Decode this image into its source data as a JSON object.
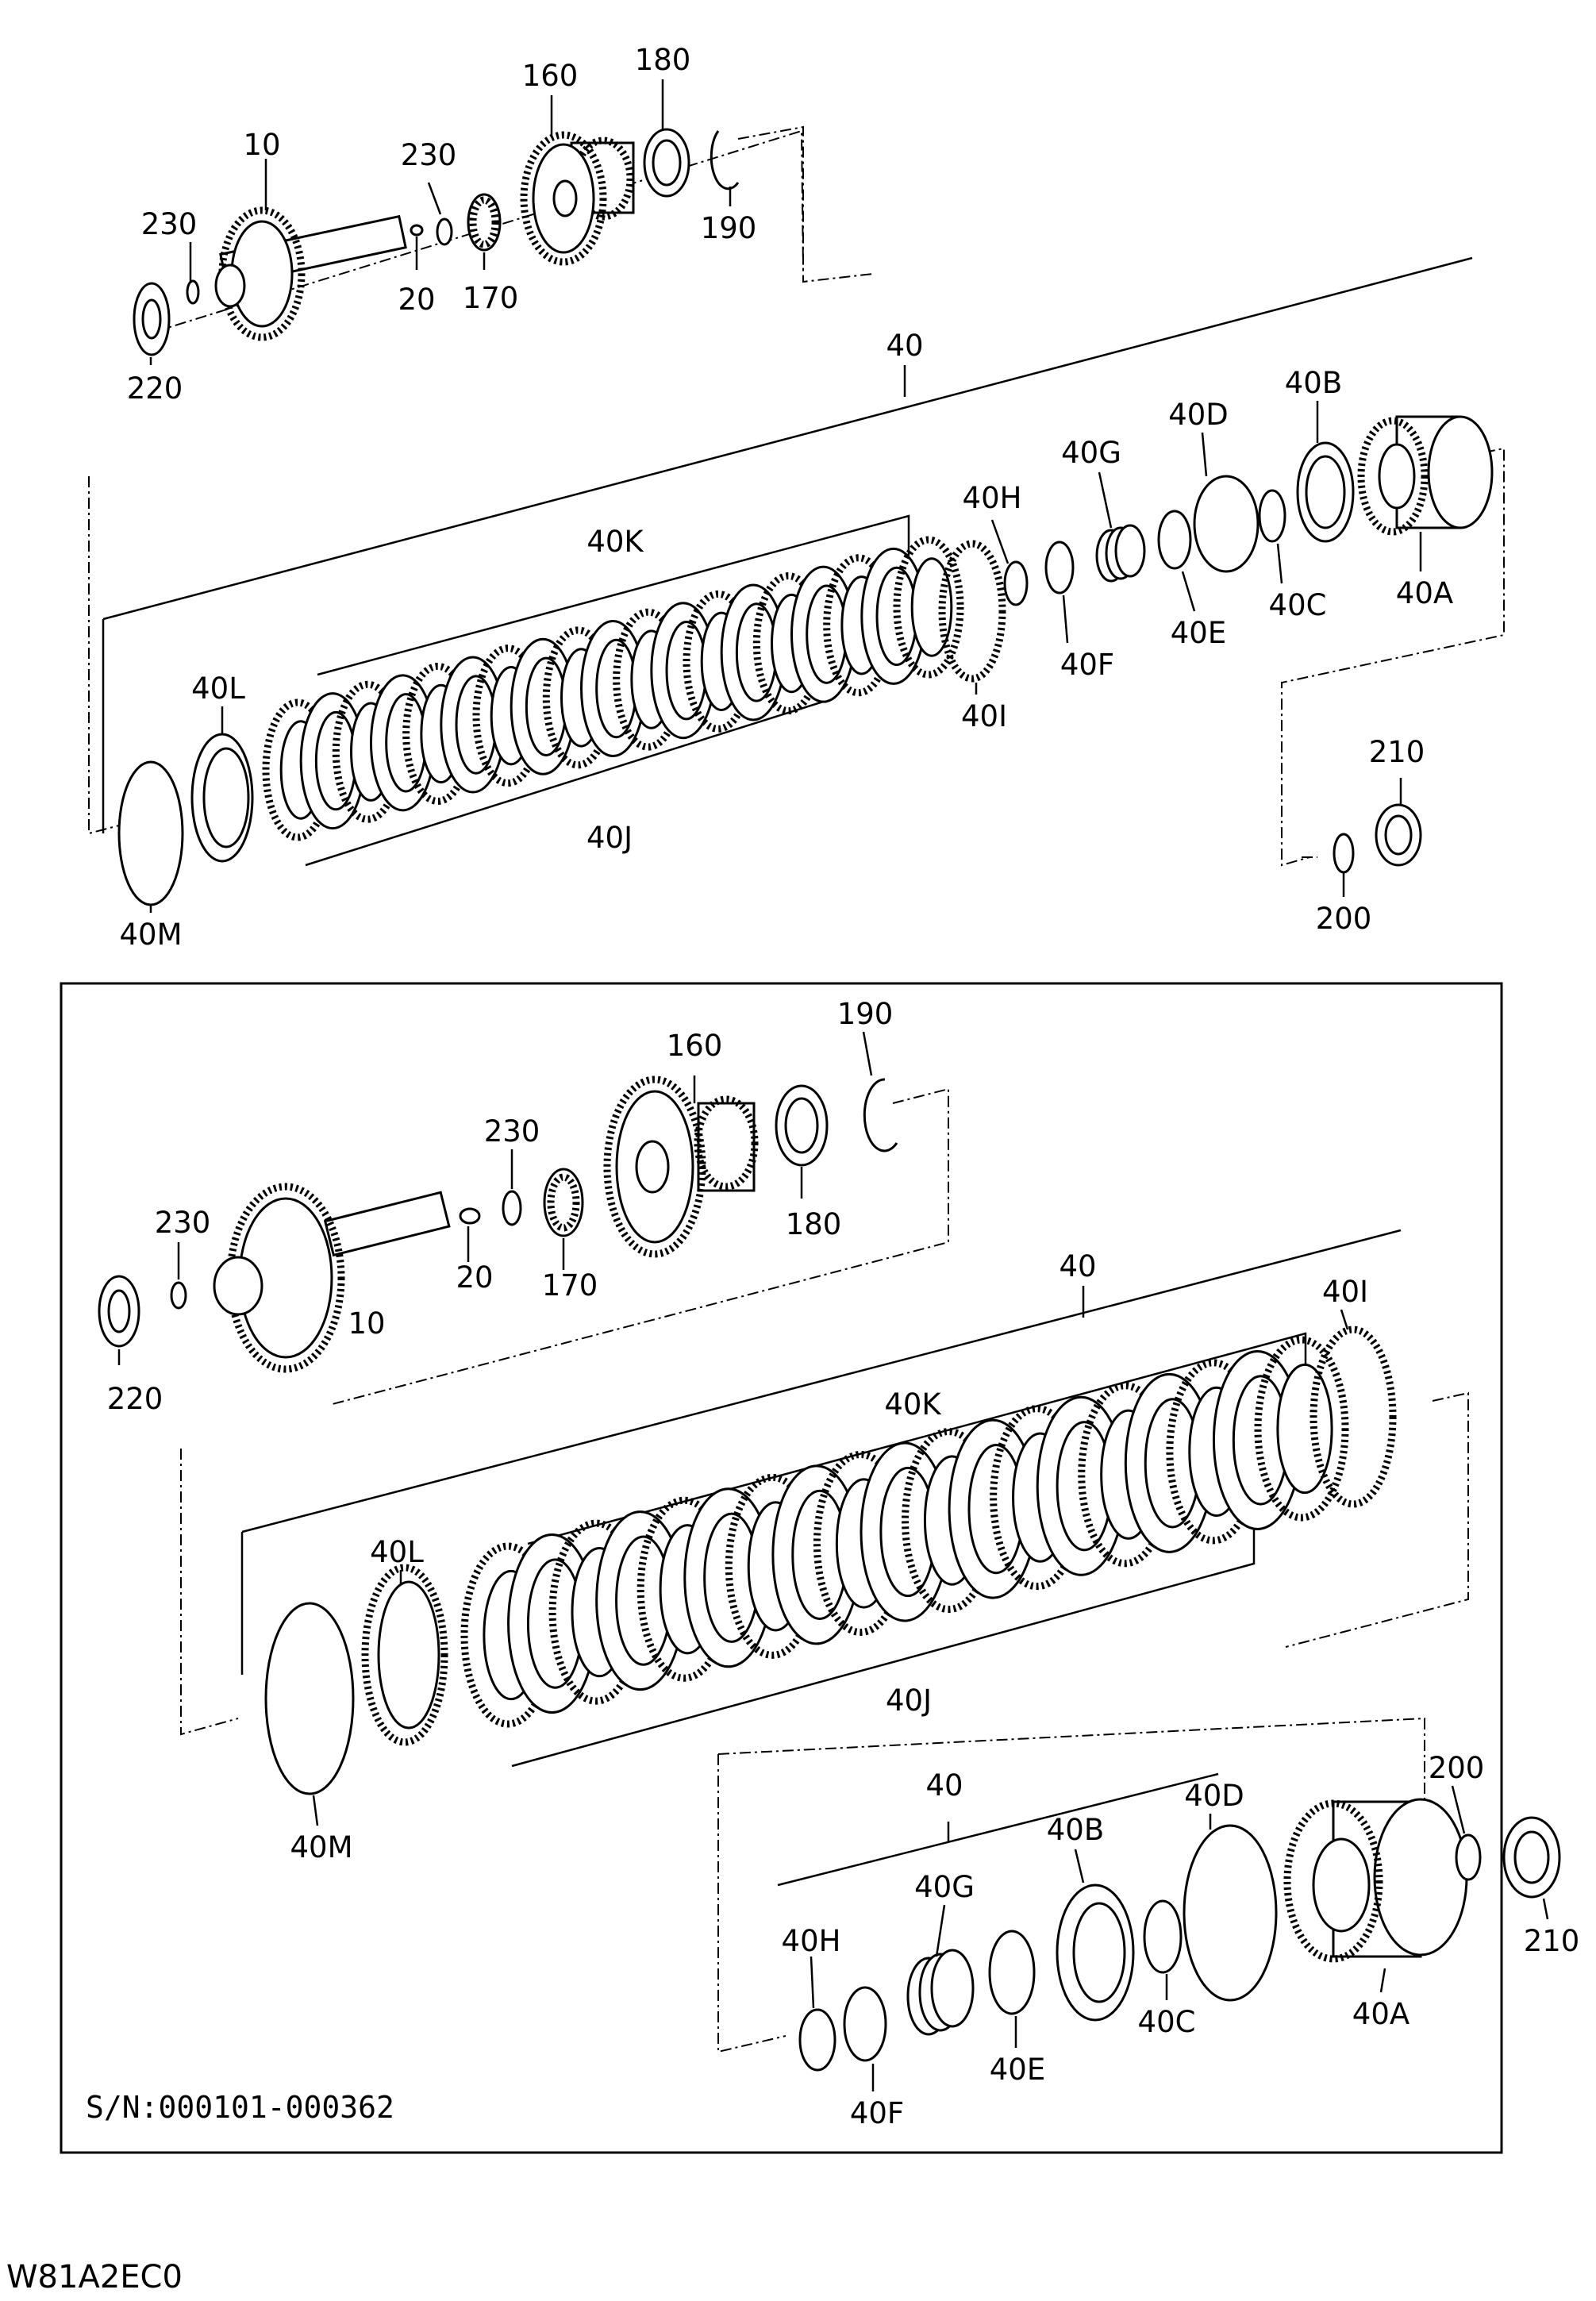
{
  "diagram_code": "W81A2EC0",
  "inset": {
    "serial_note": "S/N:000101-000362"
  },
  "top_labels": {
    "l10": "10",
    "l20": "20",
    "l160": "160",
    "l170": "170",
    "l180": "180",
    "l190": "190",
    "l230a": "230",
    "l230b": "230",
    "l220": "220",
    "l40": "40",
    "l40k": "40K",
    "l40j": "40J",
    "l40l": "40L",
    "l40m": "40M",
    "l40i": "40I",
    "l40h": "40H",
    "l40g": "40G",
    "l40f": "40F",
    "l40e": "40E",
    "l40d": "40D",
    "l40c": "40C",
    "l40b": "40B",
    "l40a": "40A",
    "l210": "210",
    "l200": "200"
  },
  "inset_labels": {
    "l10": "10",
    "l20": "20",
    "l160": "160",
    "l170": "170",
    "l180": "180",
    "l190": "190",
    "l230a": "230",
    "l230b": "230",
    "l220": "220",
    "l40": "40",
    "l40k": "40K",
    "l40j": "40J",
    "l40l": "40L",
    "l40m": "40M",
    "l40i": "40I",
    "l40b_group": "40",
    "l40h": "40H",
    "l40g": "40G",
    "l40f": "40F",
    "l40e": "40E",
    "l40d": "40D",
    "l40c": "40C",
    "l40b": "40B",
    "l40a": "40A",
    "l210": "210",
    "l200": "200"
  }
}
